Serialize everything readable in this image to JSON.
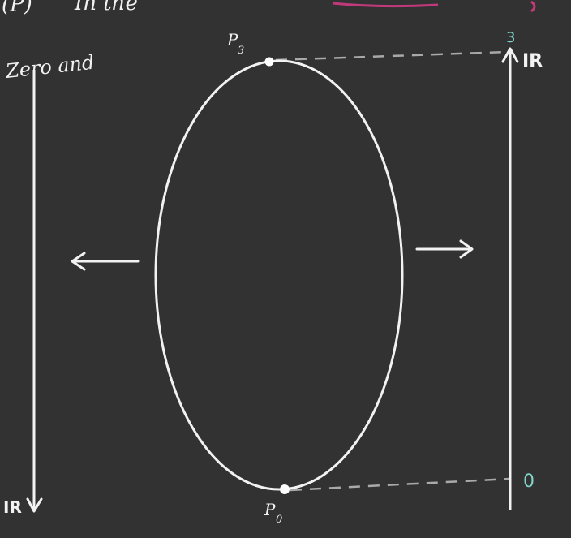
{
  "colors": {
    "background": "#323232",
    "chalk": "#f2f2f2",
    "dashed": "#a9a9a9",
    "teal_label": "#7fd3c8",
    "magenta_fragment": "#c0397a"
  },
  "header": {
    "fragment_left": "(P)",
    "fragment_mid": "In the"
  },
  "left_axis": {
    "caption": "Zero and",
    "bottom_label": "IR"
  },
  "right_axis": {
    "top_value": "3",
    "top_label": "IR",
    "bottom_value": "0"
  },
  "loop": {
    "top_point_label": "P",
    "top_point_sub": "3",
    "bottom_point_label": "P",
    "bottom_point_sub": "0"
  },
  "icons": {
    "left_arrow": "arrow-left-icon",
    "right_arrow": "arrow-right-icon"
  }
}
